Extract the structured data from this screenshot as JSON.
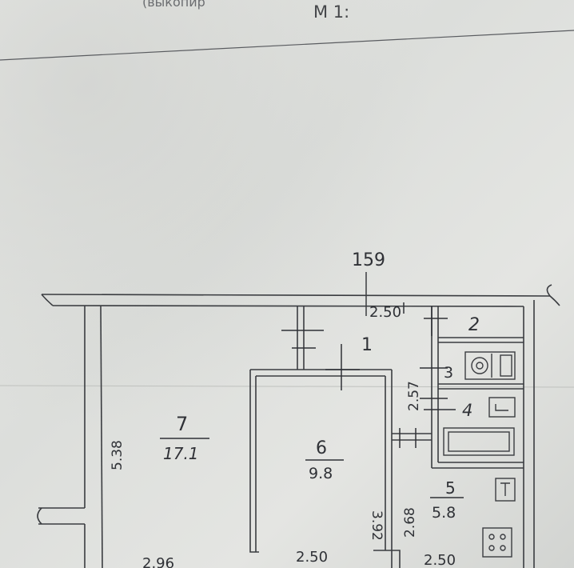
{
  "header": {
    "cut_text": "(выкопир",
    "scale_label": "М 1:"
  },
  "building_number": "159",
  "colors": {
    "paper": "#e4e5e2",
    "ink": "#3a3c40",
    "pencil": "#2f3136"
  },
  "rooms": [
    {
      "number": "1"
    },
    {
      "number": "2"
    },
    {
      "number": "3"
    },
    {
      "number": "4"
    },
    {
      "number": "5",
      "area": "5.8"
    },
    {
      "number": "6",
      "area": "9.8"
    },
    {
      "number": "7",
      "area": "17.1"
    }
  ],
  "dimensions": {
    "corridor_width": "2.50",
    "room7_length": "5.38",
    "room7_width": "2.96",
    "room6_length": "3.92",
    "room6_width": "2.50",
    "bath_length": "2.57",
    "room5_length": "2.68",
    "room5_width": "2.50"
  },
  "fixtures": [
    "toilet-icon",
    "bathtub-icon",
    "sink-icon",
    "stove-icon"
  ]
}
